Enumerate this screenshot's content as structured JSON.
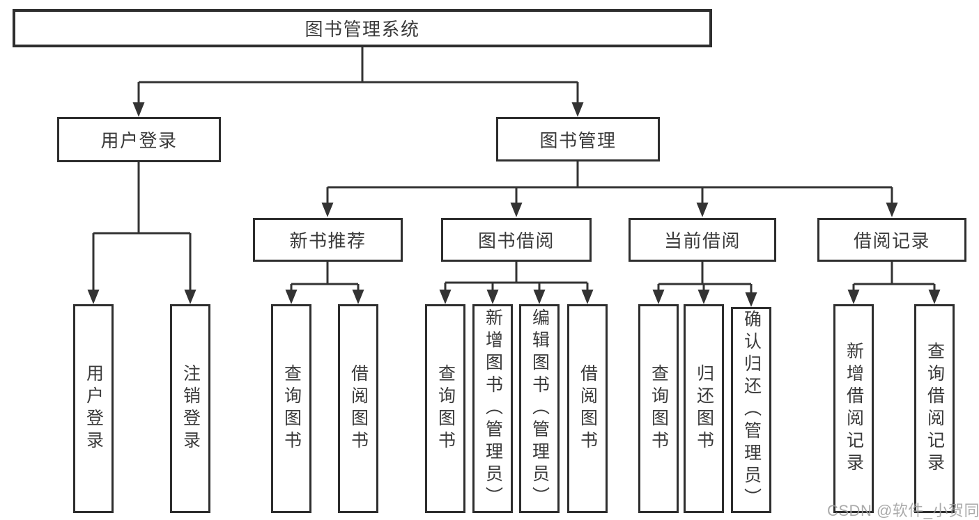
{
  "tree": {
    "label": "图书管理系统",
    "children": [
      {
        "label": "用户登录",
        "children": [
          {
            "label": "用户登录"
          },
          {
            "label": "注销登录"
          }
        ]
      },
      {
        "label": "图书管理",
        "children": [
          {
            "label": "新书推荐",
            "children": [
              {
                "label": "查询图书"
              },
              {
                "label": "借阅图书"
              }
            ]
          },
          {
            "label": "图书借阅",
            "children": [
              {
                "label": "查询图书"
              },
              {
                "label": "新增图书（管理员）"
              },
              {
                "label": "编辑图书（管理员）"
              },
              {
                "label": "借阅图书"
              }
            ]
          },
          {
            "label": "当前借阅",
            "children": [
              {
                "label": "查询图书"
              },
              {
                "label": "归还图书"
              },
              {
                "label": "确认归还（管理员）"
              }
            ]
          },
          {
            "label": "借阅记录",
            "children": [
              {
                "label": "新增借阅记录"
              },
              {
                "label": "查询借阅记录"
              }
            ]
          }
        ]
      }
    ]
  },
  "watermark": {
    "text": "CSDN @软件_小贺同学"
  },
  "colors": {
    "line": "#333333",
    "box_border": "#2e2e2e",
    "text": "#3a3a3a",
    "watermark_text": "#9c9c9c",
    "background": "#ffffff"
  }
}
